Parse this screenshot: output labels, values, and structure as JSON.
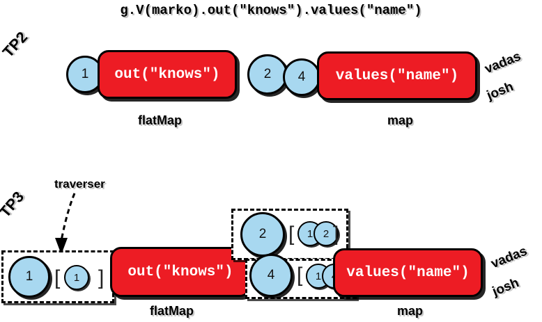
{
  "title": "g.V(marko).out(\"knows\").values(\"name\")",
  "tp2": {
    "badge": "TP2",
    "start_vertex": "1",
    "flatmap_step": "out(\"knows\")",
    "mid_vertices": [
      "2",
      "4"
    ],
    "map_step": "values(\"name\")",
    "step_labels": {
      "flatmap": "flatMap",
      "map": "map"
    },
    "results": [
      "vadas",
      "josh"
    ]
  },
  "tp3": {
    "badge": "TP3",
    "annotation": "traverser",
    "flatmap_step": "out(\"knows\")",
    "map_step": "values(\"name\")",
    "step_labels": {
      "flatmap": "flatMap",
      "map": "map"
    },
    "results": [
      "vadas",
      "josh"
    ],
    "traversers": [
      {
        "current": "1",
        "open": "[",
        "path": [
          "1"
        ],
        "close": "]"
      },
      {
        "current": "2",
        "open": "[",
        "path": [
          "1",
          "2"
        ],
        "close": "]"
      },
      {
        "current": "4",
        "open": "[",
        "path": [
          "1",
          "4"
        ],
        "close": "]"
      }
    ]
  },
  "colors": {
    "step_red": "#ED1C24",
    "vertex_blue": "#A8D8F0",
    "outline": "#000000",
    "step_text": "#FFFFFF"
  }
}
